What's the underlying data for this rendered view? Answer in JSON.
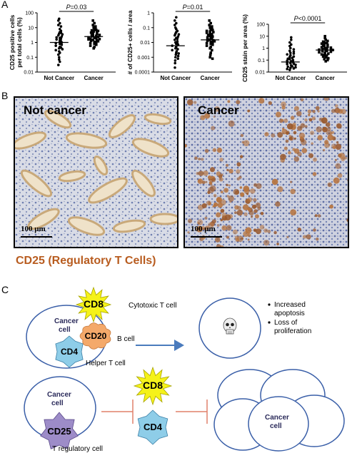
{
  "panel_labels": {
    "a": "A",
    "b": "B",
    "c": "C"
  },
  "colors": {
    "stain_title": "#b85c1f",
    "arrow_blue": "#4a7bbd",
    "inhibit_red": "#e0806a",
    "cell_outline": "#3a5fa8",
    "cd8_yellow": "#f5f21a",
    "cd20_orange": "#f4a96a",
    "cd4_blue": "#8ecde8",
    "cd25_purple": "#9d8cc8"
  },
  "chart_data": [
    {
      "type": "scatter",
      "ylabel": "CD25 positive cells per total cells (%)",
      "ylabel_lines": [
        "CD25 positive cells",
        "per total cells (%)"
      ],
      "y_scale": "log",
      "ylim": [
        0.01,
        100
      ],
      "yticks": [
        "100",
        "10",
        "1",
        "0.1",
        "0.01"
      ],
      "categories": [
        "Not Cancer",
        "Cancer"
      ],
      "p_value": "P=0.03",
      "series": [
        {
          "marker": "circle",
          "values": [
            40,
            30,
            20,
            15,
            12,
            8,
            6,
            5,
            4.5,
            4,
            3.5,
            3,
            2.5,
            2.2,
            2,
            1.8,
            1.6,
            1.4,
            1.2,
            1.1,
            1,
            0.9,
            0.8,
            0.7,
            0.6,
            0.5,
            0.45,
            0.4,
            0.35,
            0.3,
            0.25,
            0.2,
            0.15,
            0.1,
            0.07,
            0.05,
            0.03
          ],
          "median": 1
        },
        {
          "marker": "square",
          "values": [
            30,
            20,
            15,
            12,
            10,
            9,
            8,
            7,
            6.5,
            6,
            5.5,
            5,
            4.6,
            4.2,
            3.8,
            3.5,
            3.2,
            3,
            2.8,
            2.6,
            2.4,
            2.2,
            2,
            1.9,
            1.8,
            1.7,
            1.6,
            1.5,
            1.4,
            1.3,
            1.2,
            1.1,
            1,
            0.9,
            0.8,
            0.7,
            0.6,
            0.5,
            0.4
          ],
          "median": 2.5
        }
      ]
    },
    {
      "type": "scatter",
      "ylabel": "# of CD25+ cells / area",
      "ylabel_lines": [
        "# of CD25+ cells / area"
      ],
      "y_scale": "log",
      "ylim": [
        0.0001,
        1
      ],
      "yticks": [
        "1",
        "0.1",
        "0.01",
        "0.001",
        "0.0001"
      ],
      "categories": [
        "Not Cancer",
        "Cancer"
      ],
      "p_value": "P=0.01",
      "series": [
        {
          "marker": "circle",
          "values": [
            0.5,
            0.3,
            0.2,
            0.15,
            0.1,
            0.08,
            0.06,
            0.05,
            0.04,
            0.035,
            0.03,
            0.025,
            0.02,
            0.018,
            0.015,
            0.012,
            0.01,
            0.009,
            0.008,
            0.007,
            0.006,
            0.005,
            0.004,
            0.0035,
            0.003,
            0.0025,
            0.002,
            0.0018,
            0.0015,
            0.0012,
            0.001,
            0.0008,
            0.0006,
            0.0004,
            0.0002
          ],
          "median": 0.006
        },
        {
          "marker": "square",
          "values": [
            0.3,
            0.2,
            0.15,
            0.12,
            0.1,
            0.09,
            0.08,
            0.07,
            0.06,
            0.055,
            0.05,
            0.045,
            0.04,
            0.036,
            0.032,
            0.028,
            0.025,
            0.022,
            0.02,
            0.018,
            0.016,
            0.015,
            0.014,
            0.013,
            0.012,
            0.011,
            0.01,
            0.009,
            0.008,
            0.007,
            0.006,
            0.005,
            0.004,
            0.003,
            0.002,
            0.0015,
            0.001,
            0.0008
          ],
          "median": 0.015
        }
      ]
    },
    {
      "type": "scatter",
      "ylabel": "CD25 stain per area (%)",
      "ylabel_lines": [
        "CD25 stain per area (%)"
      ],
      "y_scale": "log",
      "ylim": [
        0.01,
        100
      ],
      "yticks": [
        "100",
        "10",
        "1",
        "0.1",
        "0.01"
      ],
      "categories": [
        "Not Cancer",
        "Cancer"
      ],
      "p_value": "P<0.0001",
      "series": [
        {
          "marker": "circle",
          "values": [
            8,
            5,
            3,
            2,
            1.5,
            1,
            0.8,
            0.6,
            0.5,
            0.4,
            0.35,
            0.3,
            0.25,
            0.2,
            0.18,
            0.15,
            0.13,
            0.12,
            0.1,
            0.09,
            0.08,
            0.07,
            0.06,
            0.055,
            0.05,
            0.045,
            0.04,
            0.035,
            0.03,
            0.028,
            0.025,
            0.022,
            0.02,
            0.018,
            0.015
          ],
          "median": 0.07
        },
        {
          "marker": "square",
          "values": [
            10,
            7,
            5,
            4,
            3.5,
            3,
            2.7,
            2.4,
            2.1,
            1.9,
            1.7,
            1.5,
            1.3,
            1.2,
            1.1,
            1,
            0.9,
            0.85,
            0.8,
            0.75,
            0.7,
            0.65,
            0.6,
            0.55,
            0.5,
            0.45,
            0.4,
            0.35,
            0.3,
            0.27,
            0.24,
            0.2,
            0.17,
            0.14,
            0.12,
            0.1,
            0.08
          ],
          "median": 0.7
        }
      ]
    }
  ],
  "micrographs": {
    "left": {
      "label": "Not cancer",
      "scale": "100  μm"
    },
    "right": {
      "label": "Cancer",
      "scale": "100  μm"
    }
  },
  "stain_title": "CD25 (Regulatory T Cells)",
  "diagram": {
    "cd8": "CD8",
    "cytotoxic": "Cytotoxic T cell",
    "cancer_cell": "Cancer cell",
    "cd20": "CD20",
    "b_cell": "B cell",
    "cd4": "CD4",
    "helper": "Helper T cell",
    "outcomes": [
      "Increased apoptosis",
      "Loss of proliferation"
    ],
    "cancer_cell_2": "Cancer cell",
    "cd25": "CD25",
    "treg": "T regulatory cell",
    "cd8_b": "CD8",
    "cd4_b": "CD4",
    "cancer_cell_3": "Cancer cell"
  }
}
